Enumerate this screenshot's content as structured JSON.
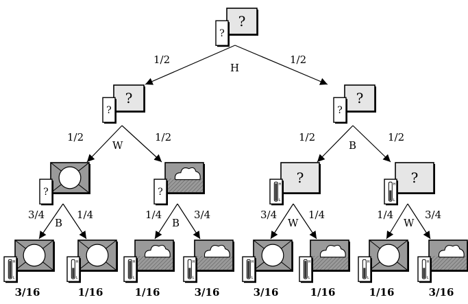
{
  "tree": {
    "split_variables": {
      "root": "H",
      "left": "W",
      "right": "B",
      "ll": "B",
      "lr": "B",
      "rl": "W",
      "rr": "W"
    },
    "edge_probabilities": {
      "root_left": "1/2",
      "root_right": "1/2",
      "left_left": "1/2",
      "left_right": "1/2",
      "right_left": "1/2",
      "right_right": "1/2",
      "ll_left": "3/4",
      "ll_right": "1/4",
      "lr_left": "1/4",
      "lr_right": "3/4",
      "rl_left": "3/4",
      "rl_right": "1/4",
      "rr_left": "1/4",
      "rr_right": "3/4"
    },
    "question_mark": "?",
    "thermo_marks": {
      "high": "H",
      "low": "L"
    },
    "leaf_probabilities": [
      "3/16",
      "1/16",
      "1/16",
      "3/16",
      "3/16",
      "1/16",
      "1/16",
      "3/16"
    ]
  }
}
